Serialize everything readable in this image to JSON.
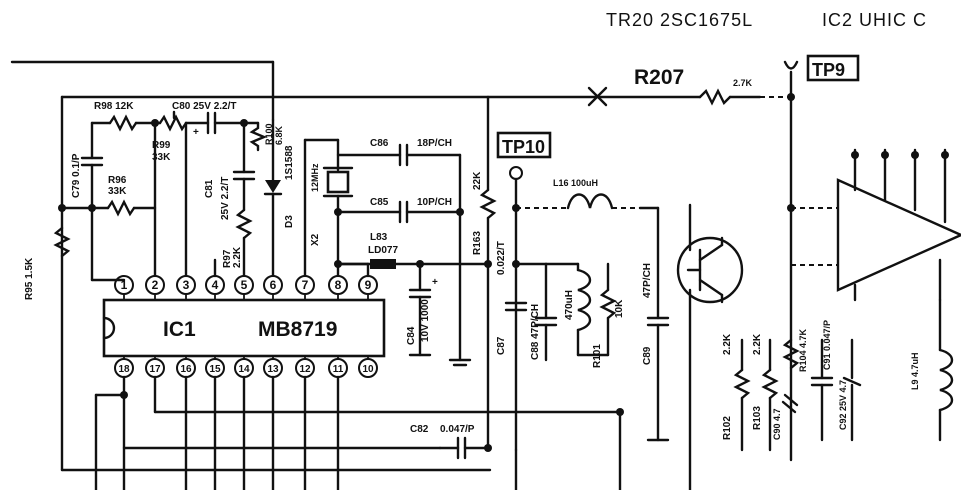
{
  "header": {
    "tr_label": "TR20 2SC1675L",
    "ic_label": "IC2  UHIC C"
  },
  "ic1": {
    "ref": "IC1",
    "part": "MB8719",
    "top_pins": [
      "1",
      "2",
      "3",
      "4",
      "5",
      "6",
      "7",
      "8",
      "9"
    ],
    "bottom_pins": [
      "18",
      "17",
      "16",
      "15",
      "14",
      "13",
      "12",
      "11",
      "10"
    ]
  },
  "test_points": {
    "tp9": "TP9",
    "tp10": "TP10"
  },
  "components": {
    "r207": "R207",
    "r207_value": "2.7K",
    "r98": "R98 12K",
    "c80": "C80 25V 2.2/T",
    "c79": "C79 0.1/P",
    "r96": "R96",
    "r96_value": "33K",
    "r99": "R99",
    "r99_value": "33K",
    "c81": "C81",
    "c81_value": "25V 2.2/T",
    "r97": "R97",
    "r97_value": "2.2K",
    "r100": "R100",
    "r100_value": "6.8K",
    "d3": "D3",
    "d3_part": "1S1588",
    "r95": "R95 1.5K",
    "x2": "X2",
    "x2_value": "12MHz",
    "c86": "C86",
    "c86_value": "18P/CH",
    "c85": "C85",
    "c85_value": "10P/CH",
    "r163": "R163",
    "r163_value": "22K",
    "l83": "L83",
    "l83_part": "LD077",
    "c84": "C84",
    "c84_value": "10V 1000",
    "l16": "L16 100uH",
    "c87": "C87",
    "c87_value": "0.022/T",
    "c88": "C88 47P/CH",
    "c89": "C89",
    "c89_value": "47P/CH",
    "l15": "470uH",
    "r101": "R101",
    "r101_value": "10K",
    "c82": "C82",
    "c82_value": "0.047/P",
    "r102": "R102",
    "r102_value": "2.2K",
    "r103": "R103",
    "r103_value": "2.2K",
    "r104": "R104 4.7K",
    "c90": "C90 4.7",
    "c91": "C91 0.047/P",
    "c92": "C92 25V 4.7",
    "l9": "L9 4.7uH"
  }
}
